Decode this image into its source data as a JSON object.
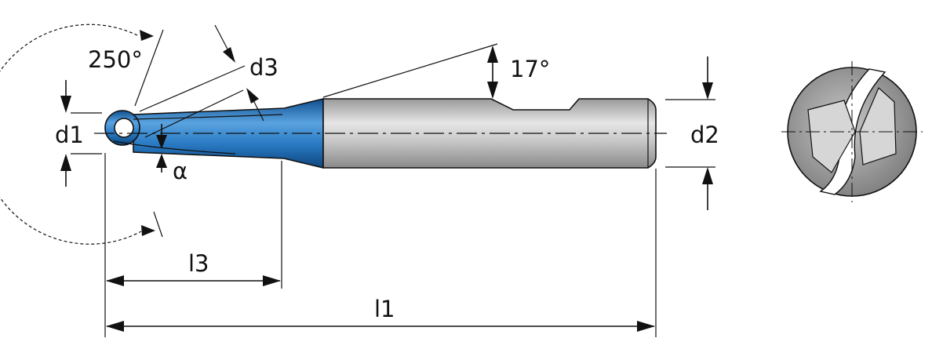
{
  "labels": {
    "angle_250": "250°",
    "d3": "d3",
    "angle_17": "17°",
    "d1": "d1",
    "d2": "d2",
    "alpha": "α",
    "l3": "l3",
    "l1": "l1"
  },
  "colors": {
    "coating_blue": "#1e6fb8",
    "coating_blue_light": "#4d9ad8",
    "shank_gray": "#b9b9b9",
    "shank_gray_light": "#e2e2e2",
    "outline": "#111111",
    "endview_gray": "#8c8c8c",
    "endview_light": "#d9d9d9"
  }
}
